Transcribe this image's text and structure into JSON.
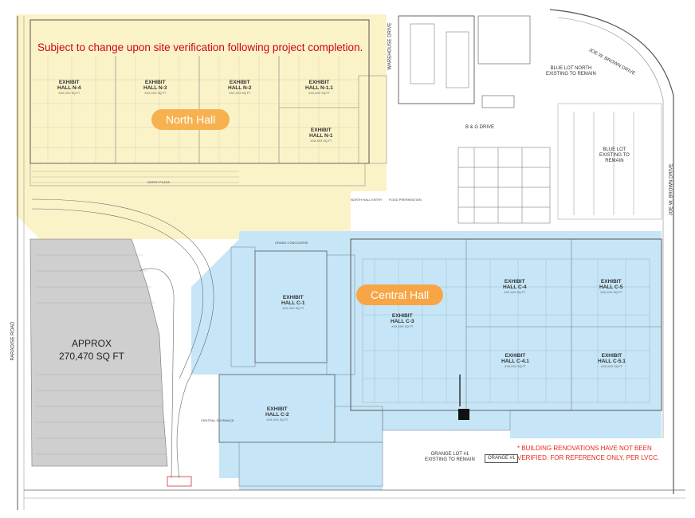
{
  "notice": "Subject to change upon site verification following project completion.",
  "zones": {
    "north": {
      "label": "North Hall",
      "color": "#f7b24f",
      "fill": "#fbf3c8"
    },
    "central": {
      "label": "Central Hall",
      "color": "#f7a545",
      "fill": "#c6e6f8"
    }
  },
  "halls": {
    "n4": {
      "title": "EXHIBIT",
      "name": "HALL N-4",
      "sub": "XXX,XXX SQ FT"
    },
    "n3": {
      "title": "EXHIBIT",
      "name": "HALL N-3",
      "sub": "XXX,XXX SQ FT"
    },
    "n2": {
      "title": "EXHIBIT",
      "name": "HALL N-2",
      "sub": "XXX,XXX SQ FT"
    },
    "n11": {
      "title": "EXHIBIT",
      "name": "HALL N-1.1",
      "sub": "XXX,XXX SQ FT"
    },
    "n1": {
      "title": "EXHIBIT",
      "name": "HALL N-1",
      "sub": "XXX,XXX SQ FT"
    },
    "c1": {
      "title": "EXHIBIT",
      "name": "HALL C-1",
      "sub": "XXX,XXX SQ FT"
    },
    "c2": {
      "title": "EXHIBIT",
      "name": "HALL C-2",
      "sub": "XXX,XXX SQ FT"
    },
    "c3": {
      "title": "EXHIBIT",
      "name": "HALL C-3",
      "sub": "XXX,XXX SQ FT"
    },
    "c4": {
      "title": "EXHIBIT",
      "name": "HALL C-4",
      "sub": "XXX,XXX SQ FT"
    },
    "c41": {
      "title": "EXHIBIT",
      "name": "HALL C-4.1",
      "sub": "XXX,XXX SQ FT"
    },
    "c5": {
      "title": "EXHIBIT",
      "name": "HALL C-5",
      "sub": "XXX,XXX SQ FT"
    },
    "c51": {
      "title": "EXHIBIT",
      "name": "HALL C-5.1",
      "sub": "XXX,XXX SQ FT"
    }
  },
  "streets": {
    "warehouse": "WAREHOUSE DRIVE",
    "bg": "B & G DRIVE",
    "joe_top": "JOE W. BROWN DRIVE",
    "joe_side": "JOE W. BROWN DRIVE",
    "paradise": "PARADISE ROAD"
  },
  "lots": {
    "blue_north": [
      "BLUE LOT NORTH",
      "EXISTING TO REMAIN"
    ],
    "blue": [
      "BLUE LOT",
      "EXISTING TO",
      "REMAIN"
    ],
    "orange": [
      "ORANGE LOT #1",
      "EXISTING TO REMAIN"
    ],
    "orange_tag": "ORANGE #1"
  },
  "approx": [
    "APPROX",
    "270,470 SQ FT"
  ],
  "disclaimer": [
    "* BUILDING RENOVATIONS HAVE NOT BEEN",
    "VERIFIED. FOR REFERENCE ONLY, PER LVCC."
  ],
  "small_labels": {
    "grand_concourse": "GRAND CONCOURSE",
    "north_plaza": "NORTH PLAZA",
    "central_entrance": "CENTRAL ENTRANCE",
    "food_prep": "FOOD PREPARATION",
    "north_entry": "NORTH HALL ENTRY"
  }
}
